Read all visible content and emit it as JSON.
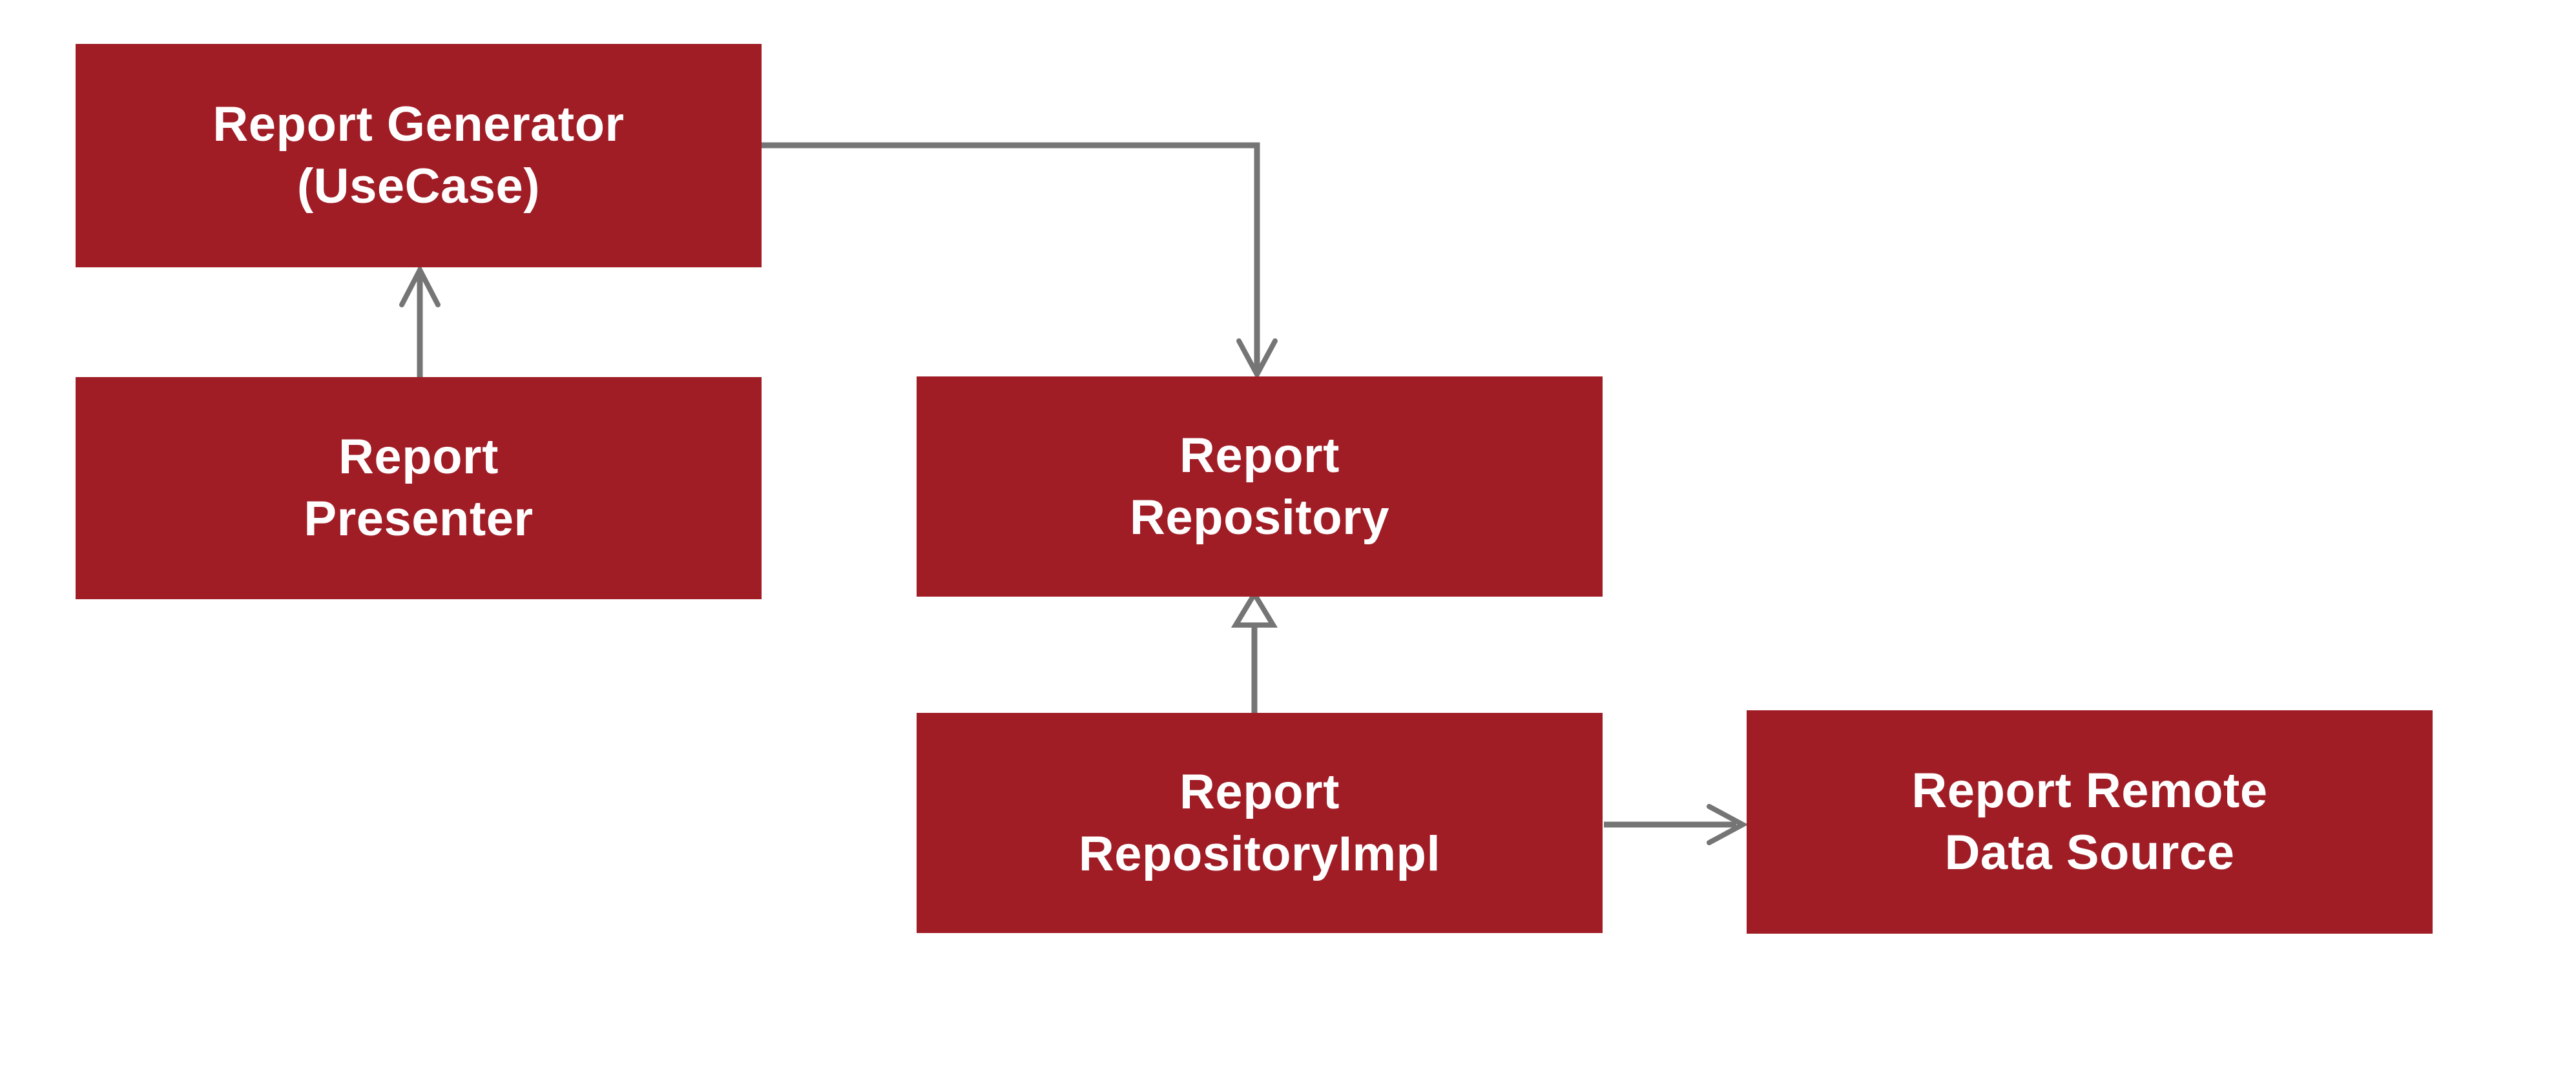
{
  "diagram": {
    "title": "Report feature clean-architecture dependency diagram",
    "colors": {
      "node-color": "#a01d26",
      "text-color": "#ffffff",
      "connector-color": "#757575",
      "background-color": "#ffffff"
    },
    "nodes": [
      {
        "id": "report-generator",
        "line1": "Report Generator",
        "line2": "(UseCase)"
      },
      {
        "id": "report-presenter",
        "line1": "Report",
        "line2": "Presenter"
      },
      {
        "id": "report-repository",
        "line1": "Report",
        "line2": "Repository"
      },
      {
        "id": "report-repository-impl",
        "line1": "Report",
        "line2": "RepositoryImpl"
      },
      {
        "id": "report-remote-data-source",
        "line1": "Report Remote",
        "line2": "Data Source"
      }
    ],
    "edges": [
      {
        "from": "report-presenter",
        "to": "report-generator",
        "style": "solid",
        "head": "open-arrow",
        "direction": "up"
      },
      {
        "from": "report-generator",
        "to": "report-repository",
        "style": "solid-elbow",
        "head": "open-arrow",
        "direction": "right-then-down"
      },
      {
        "from": "report-repository-impl",
        "to": "report-repository",
        "style": "solid",
        "head": "hollow-triangle",
        "direction": "up"
      },
      {
        "from": "report-repository-impl",
        "to": "report-remote-data-source",
        "style": "solid",
        "head": "open-arrow",
        "direction": "right"
      }
    ]
  }
}
